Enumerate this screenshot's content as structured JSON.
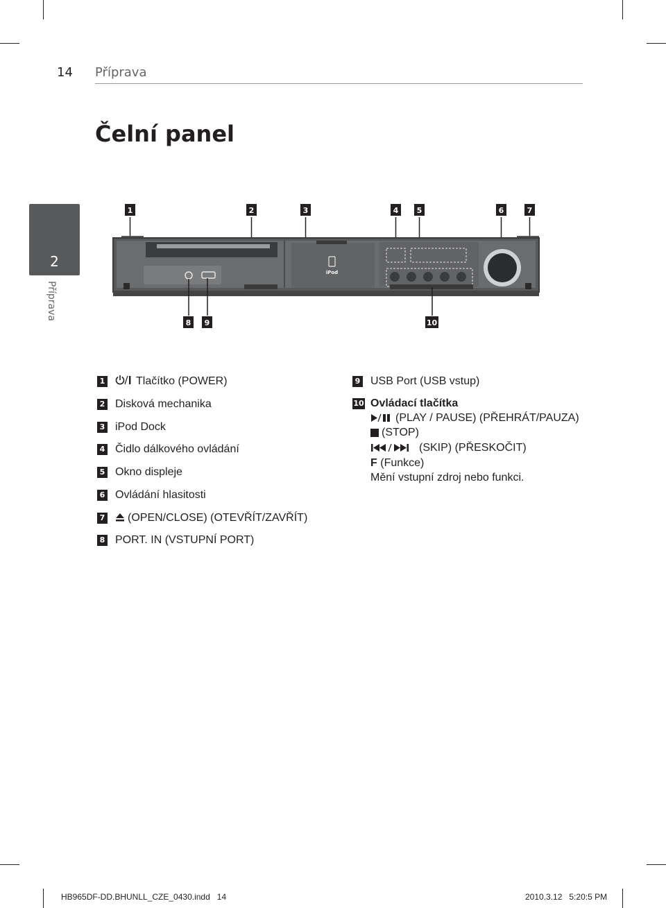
{
  "header": {
    "page_number": "14",
    "section": "Příprava"
  },
  "title": "Čelní panel",
  "side_tab": {
    "number": "2",
    "label": "Příprava"
  },
  "device": {
    "ipod_text": "iPod",
    "callouts_top": [
      "1",
      "2",
      "3",
      "4",
      "5",
      "6",
      "7"
    ],
    "callouts_bottom": [
      "8",
      "9",
      "10"
    ]
  },
  "items_left": [
    {
      "num": "1",
      "text": "Tlačítko (POWER)",
      "icon": "power-icon"
    },
    {
      "num": "2",
      "text": "Disková mechanika"
    },
    {
      "num": "3",
      "text": "iPod Dock"
    },
    {
      "num": "4",
      "text": "Čidlo dálkového ovládání"
    },
    {
      "num": "5",
      "text": "Okno displeje"
    },
    {
      "num": "6",
      "text": "Ovládání hlasitosti"
    },
    {
      "num": "7",
      "text": "(OPEN/CLOSE) (OTEVŘÍT/ZAVŘÍT)",
      "icon": "eject-icon"
    },
    {
      "num": "8",
      "text": "PORT. IN (VSTUPNÍ PORT)"
    }
  ],
  "items_right": {
    "item9": {
      "num": "9",
      "text": "USB Port (USB vstup)"
    },
    "item10": {
      "num": "10",
      "title": "Ovládací tlačítka",
      "play_pause": "(PLAY / PAUSE) (PŘEHRÁT/PAUZA)",
      "stop": "(STOP)",
      "skip": "(SKIP) (PŘESKOČIT)",
      "func_key": "F",
      "func_label": "(Funkce)",
      "desc": "Mění vstupní zdroj nebo funkci."
    }
  },
  "footer": {
    "left": "HB965DF-DD.BHUNLL_CZE_0430.indd   14",
    "right": "2010.3.12   5:20:5 PM"
  }
}
